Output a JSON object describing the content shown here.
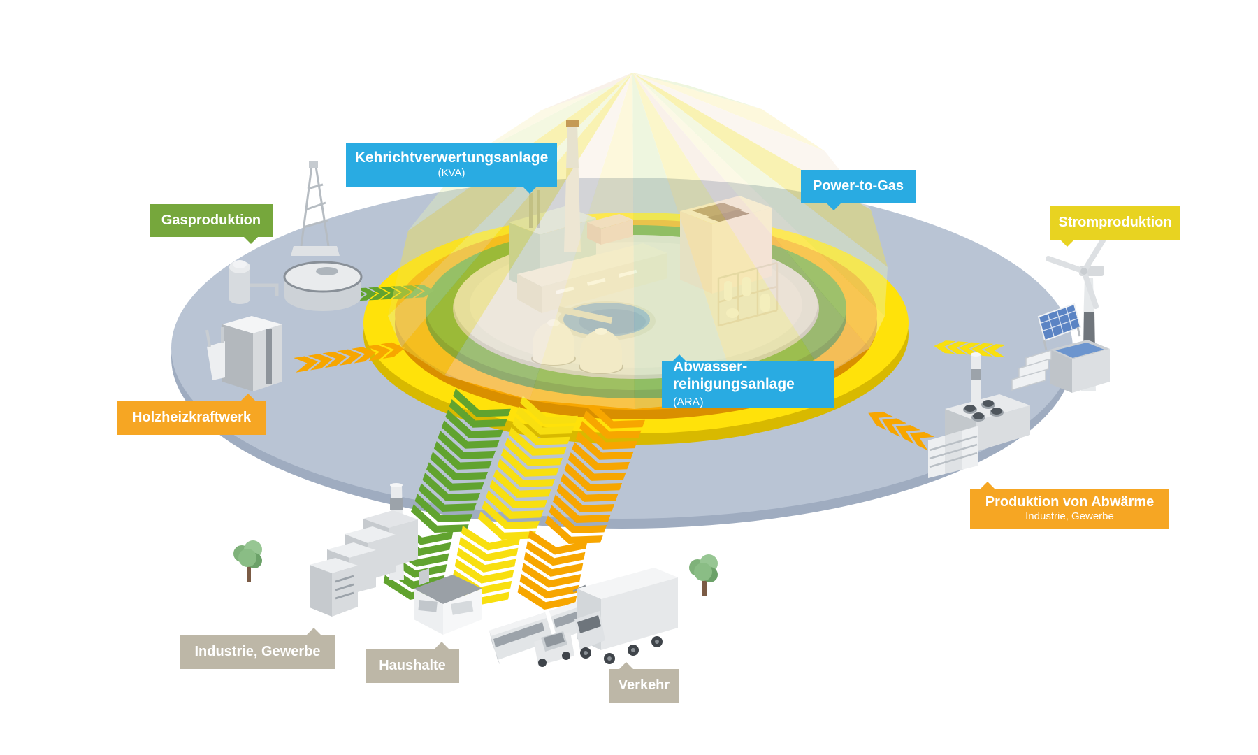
{
  "labels": {
    "kva": {
      "main": "Kehrichtverwertungsanlage",
      "sub": "(KVA)"
    },
    "power_to_gas": {
      "main": "Power-to-Gas"
    },
    "gasproduktion": {
      "main": "Gasproduktion"
    },
    "stromproduktion": {
      "main": "Stromproduktion"
    },
    "holzheizkraftwerk": {
      "main": "Holzheizkraftwerk"
    },
    "abwasser": {
      "line1": "Abwasser-",
      "line2": "reinigungsanlage",
      "suffix": "(ARA)"
    },
    "abwaerme": {
      "main": "Produktion von Abwärme",
      "sub": "Industrie, Gewerbe"
    },
    "industrie_gewerbe": {
      "main": "Industrie, Gewerbe"
    },
    "haushalte": {
      "main": "Haushalte"
    },
    "verkehr": {
      "main": "Verkehr"
    }
  },
  "colors": {
    "label_blue": "#29ABE2",
    "label_green": "#76A73C",
    "label_yellow": "#E8D321",
    "label_orange": "#F6A623",
    "label_gray": "#BDB7A7",
    "base_ellipse": "#B9C4D4",
    "ring_green": "#5C9E2B",
    "ring_orange": "#F7A600",
    "ring_yellow": "#FFE20A",
    "flow_green": "#61A32F",
    "flow_yellow": "#F8DF10",
    "flow_orange": "#F7A600"
  }
}
